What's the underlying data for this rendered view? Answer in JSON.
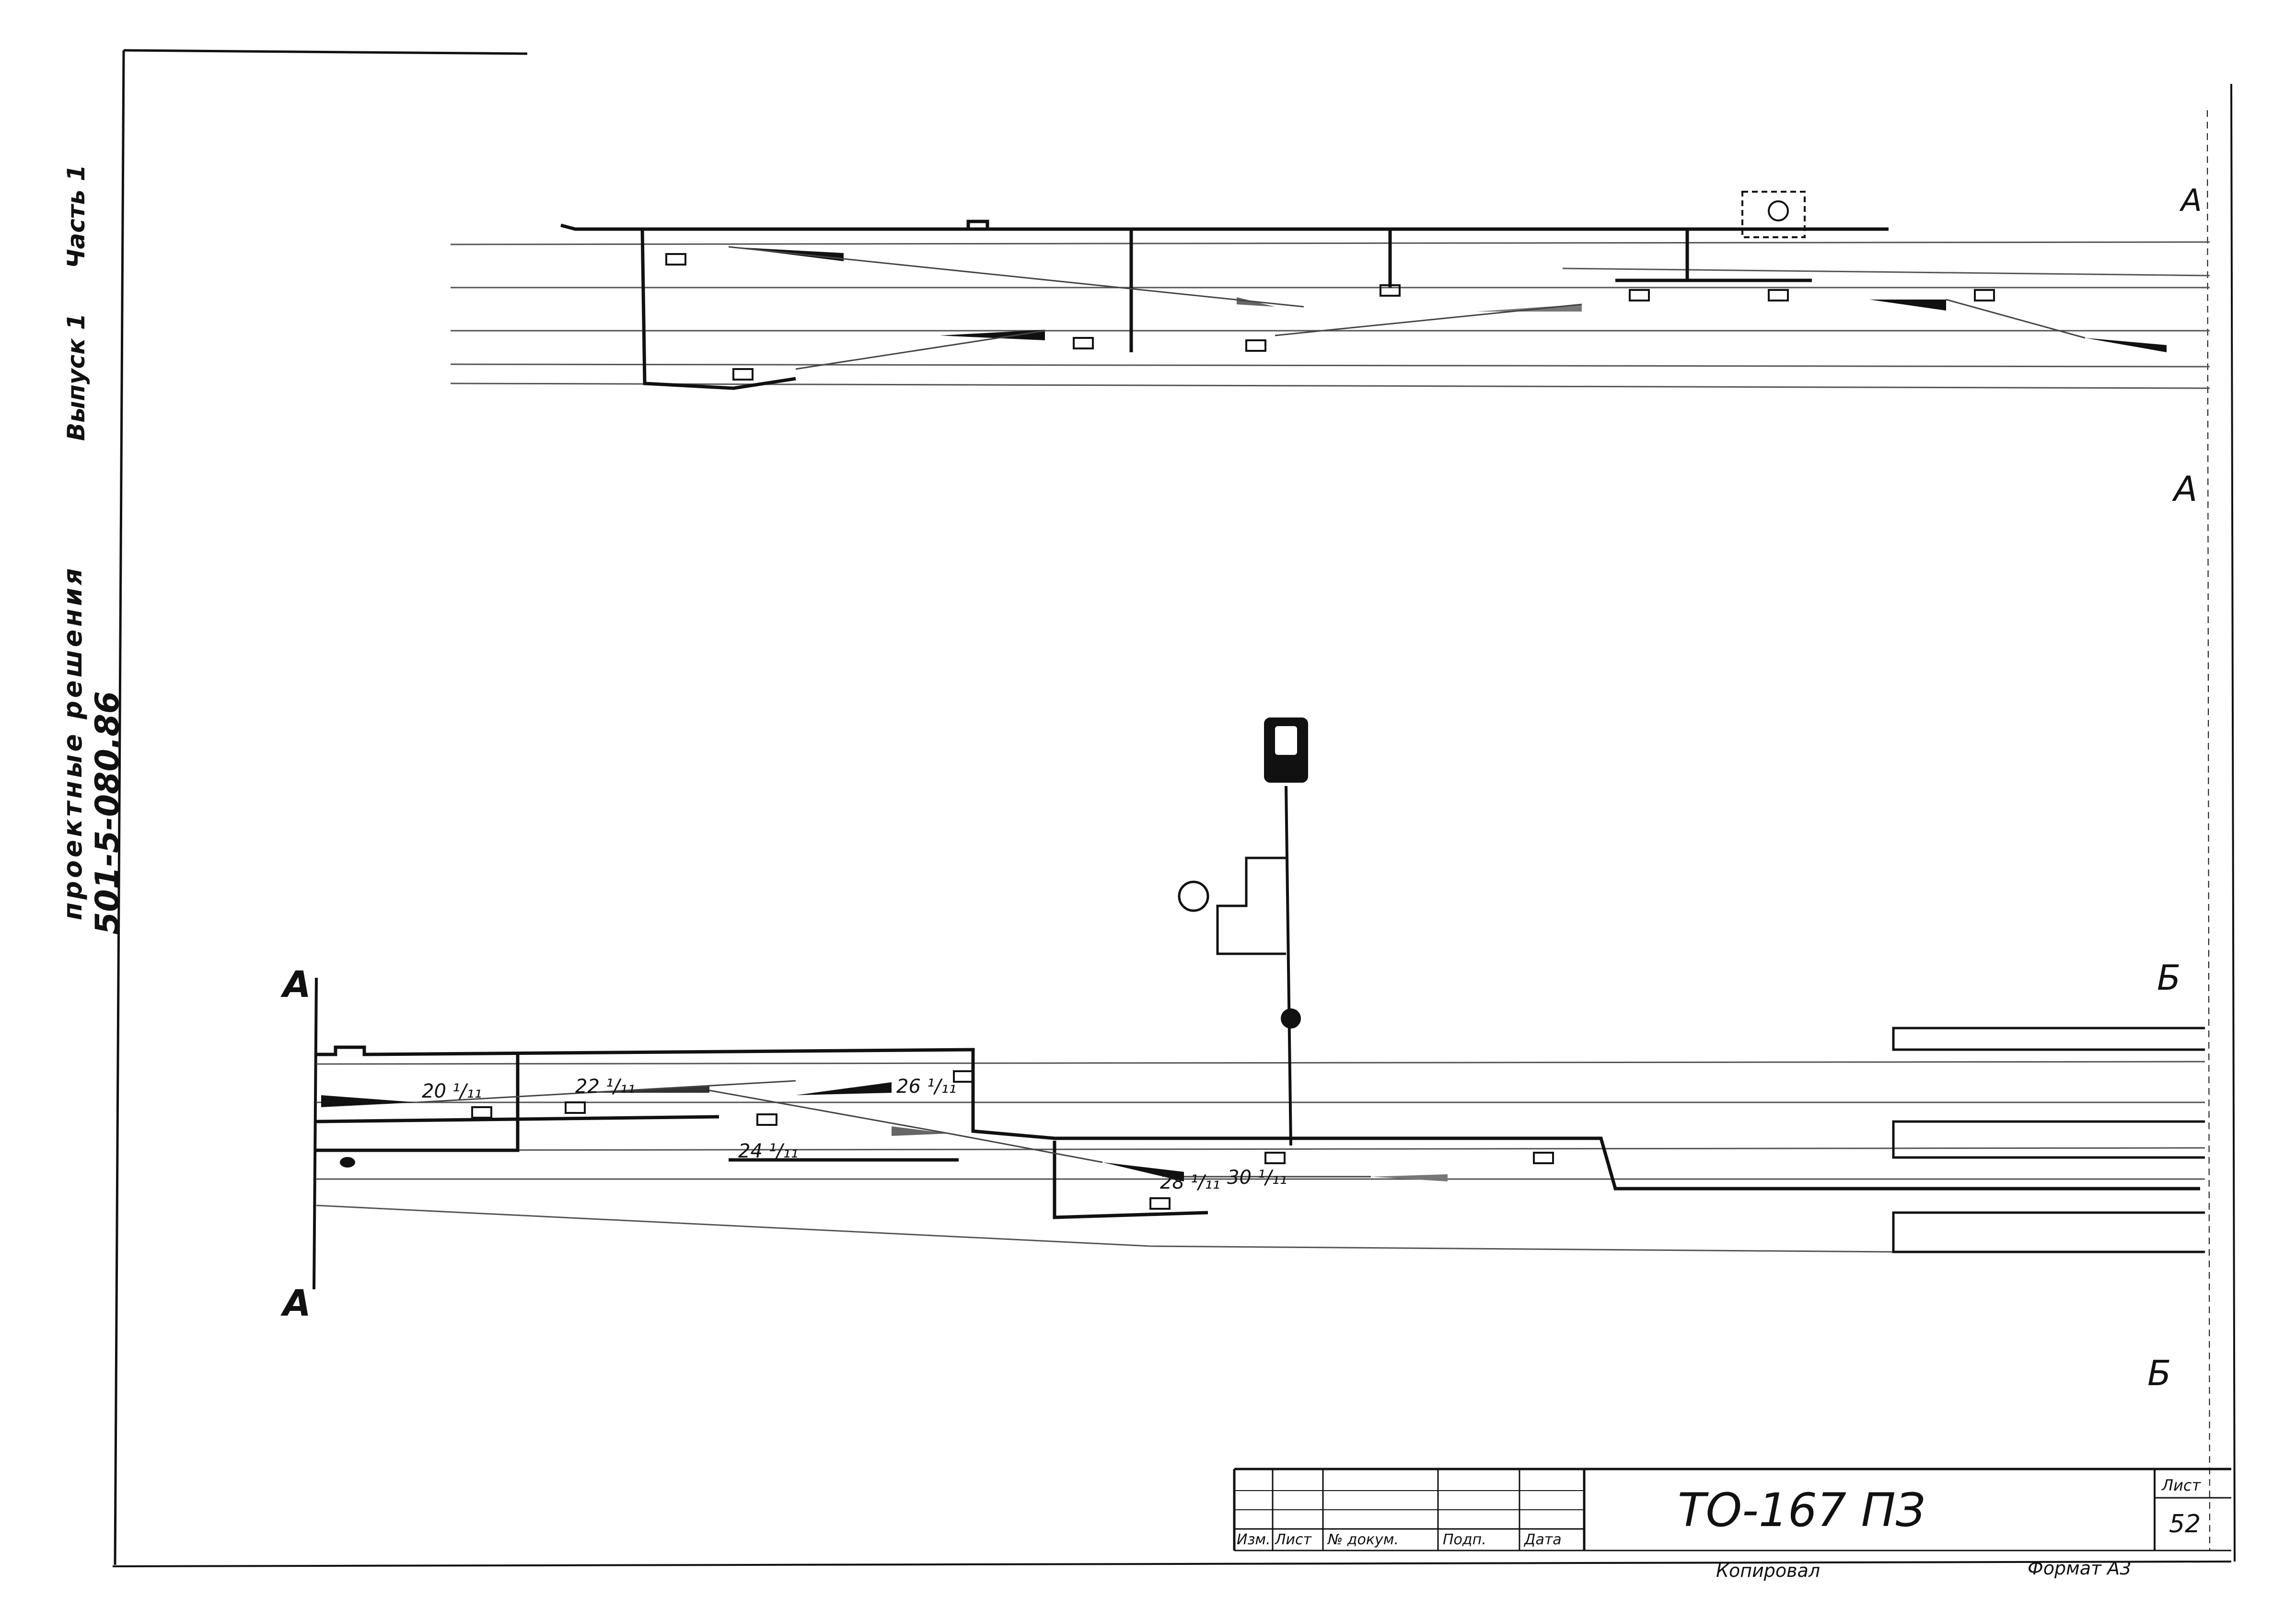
{
  "margin_notes": {
    "line1": "проектные решения",
    "line2": "Выпуск 1",
    "line3": "Часть 1",
    "line4": "501-5-080.86"
  },
  "section_marks": {
    "top_right_1": "А",
    "top_right_2": "А",
    "left_1": "А",
    "left_2": "А",
    "right_1": "Б",
    "right_2": "Б"
  },
  "turnout_labels": {
    "t20": "20 ¹/₁₁",
    "t22": "22 ¹/₁₁",
    "t26": "26 ¹/₁₁",
    "t24": "24 ¹/₁₁",
    "t28": "28 ¹/₁₁",
    "t30": "30 ¹/₁₁"
  },
  "title_block": {
    "col_izm": "Изм.",
    "col_list": "Лист",
    "col_doc": "№ докум.",
    "col_podp": "Подп.",
    "col_data": "Дата",
    "designation": "ТО-167 ПЗ",
    "sheet_label": "Лист",
    "sheet_number": "52",
    "copied": "Копировал",
    "format": "Формат А3"
  }
}
